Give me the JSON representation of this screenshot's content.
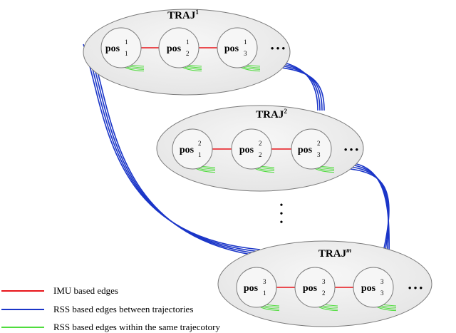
{
  "colors": {
    "imu": "#e8141a",
    "rss_between": "#1a35c8",
    "rss_within": "#4fdc3c",
    "group_fill": "#eeeeee",
    "node_fill": "#f6f6f6",
    "outline": "#7a7a7a"
  },
  "trajectories": [
    {
      "title": "TRAJ",
      "sup": "1",
      "nodes": [
        {
          "base": "pos",
          "sup": "1",
          "sub": "1"
        },
        {
          "base": "pos",
          "sup": "1",
          "sub": "2"
        },
        {
          "base": "pos",
          "sup": "1",
          "sub": "3"
        }
      ],
      "ellipsis": "• • •"
    },
    {
      "title": "TRAJ",
      "sup": "2",
      "nodes": [
        {
          "base": "pos",
          "sup": "2",
          "sub": "1"
        },
        {
          "base": "pos",
          "sup": "2",
          "sub": "2"
        },
        {
          "base": "pos",
          "sup": "2",
          "sub": "3"
        }
      ],
      "ellipsis": "• • •"
    },
    {
      "title": "TRAJ",
      "sup": "m",
      "nodes": [
        {
          "base": "pos",
          "sup": "3",
          "sub": "1"
        },
        {
          "base": "pos",
          "sup": "3",
          "sub": "2"
        },
        {
          "base": "pos",
          "sup": "3",
          "sub": "3"
        }
      ],
      "ellipsis": "• • •"
    }
  ],
  "vertical_ellipsis": "•",
  "legend": [
    {
      "label": "IMU based edges",
      "kind": "imu"
    },
    {
      "label": "RSS based edges between trajectories",
      "kind": "rss_between"
    },
    {
      "label": "RSS based edges within the same trajecotory",
      "kind": "rss_within"
    }
  ]
}
